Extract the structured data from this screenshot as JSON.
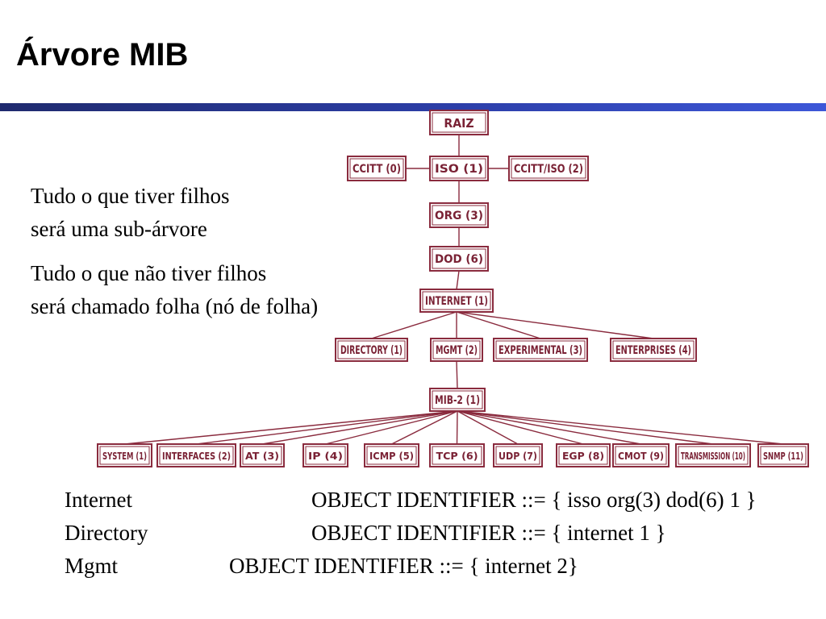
{
  "title": "Árvore MIB",
  "notes": [
    [
      "Tudo o que tiver filhos",
      "será uma sub-árvore"
    ],
    [
      "Tudo o que não tiver filhos",
      "será chamado folha (nó de folha)"
    ]
  ],
  "tree": {
    "raiz": "RAIZ",
    "iso_level": [
      "CCITT (0)",
      "ISO (1)",
      "CCITT/ISO (2)"
    ],
    "org": "ORG (3)",
    "dod": "DOD (6)",
    "internet": "INTERNET (1)",
    "internet_children": [
      "DIRECTORY (1)",
      "MGMT (2)",
      "EXPERIMENTAL (3)",
      "ENTERPRISES (4)"
    ],
    "mib2": "MIB-2 (1)",
    "mib2_children": [
      "SYSTEM (1)",
      "INTERFACES (2)",
      "AT (3)",
      "IP (4)",
      "ICMP (5)",
      "TCP (6)",
      "UDP (7)",
      "EGP (8)",
      "CMOT (9)",
      "TRANSMISSION (10)",
      "SNMP (11)"
    ]
  },
  "definitions": [
    {
      "name": "Internet",
      "value": "OBJECT IDENTIFIER ::= { isso org(3) dod(6) 1 }"
    },
    {
      "name": "Directory",
      "value": "OBJECT IDENTIFIER ::= { internet 1 }"
    },
    {
      "name": "Mgmt",
      "value": "OBJECT IDENTIFIER ::= { internet 2}"
    }
  ],
  "colors": {
    "accent_rule": "#2c3ea8",
    "node_stroke": "#8a2b3e",
    "node_text": "#7a2235"
  }
}
